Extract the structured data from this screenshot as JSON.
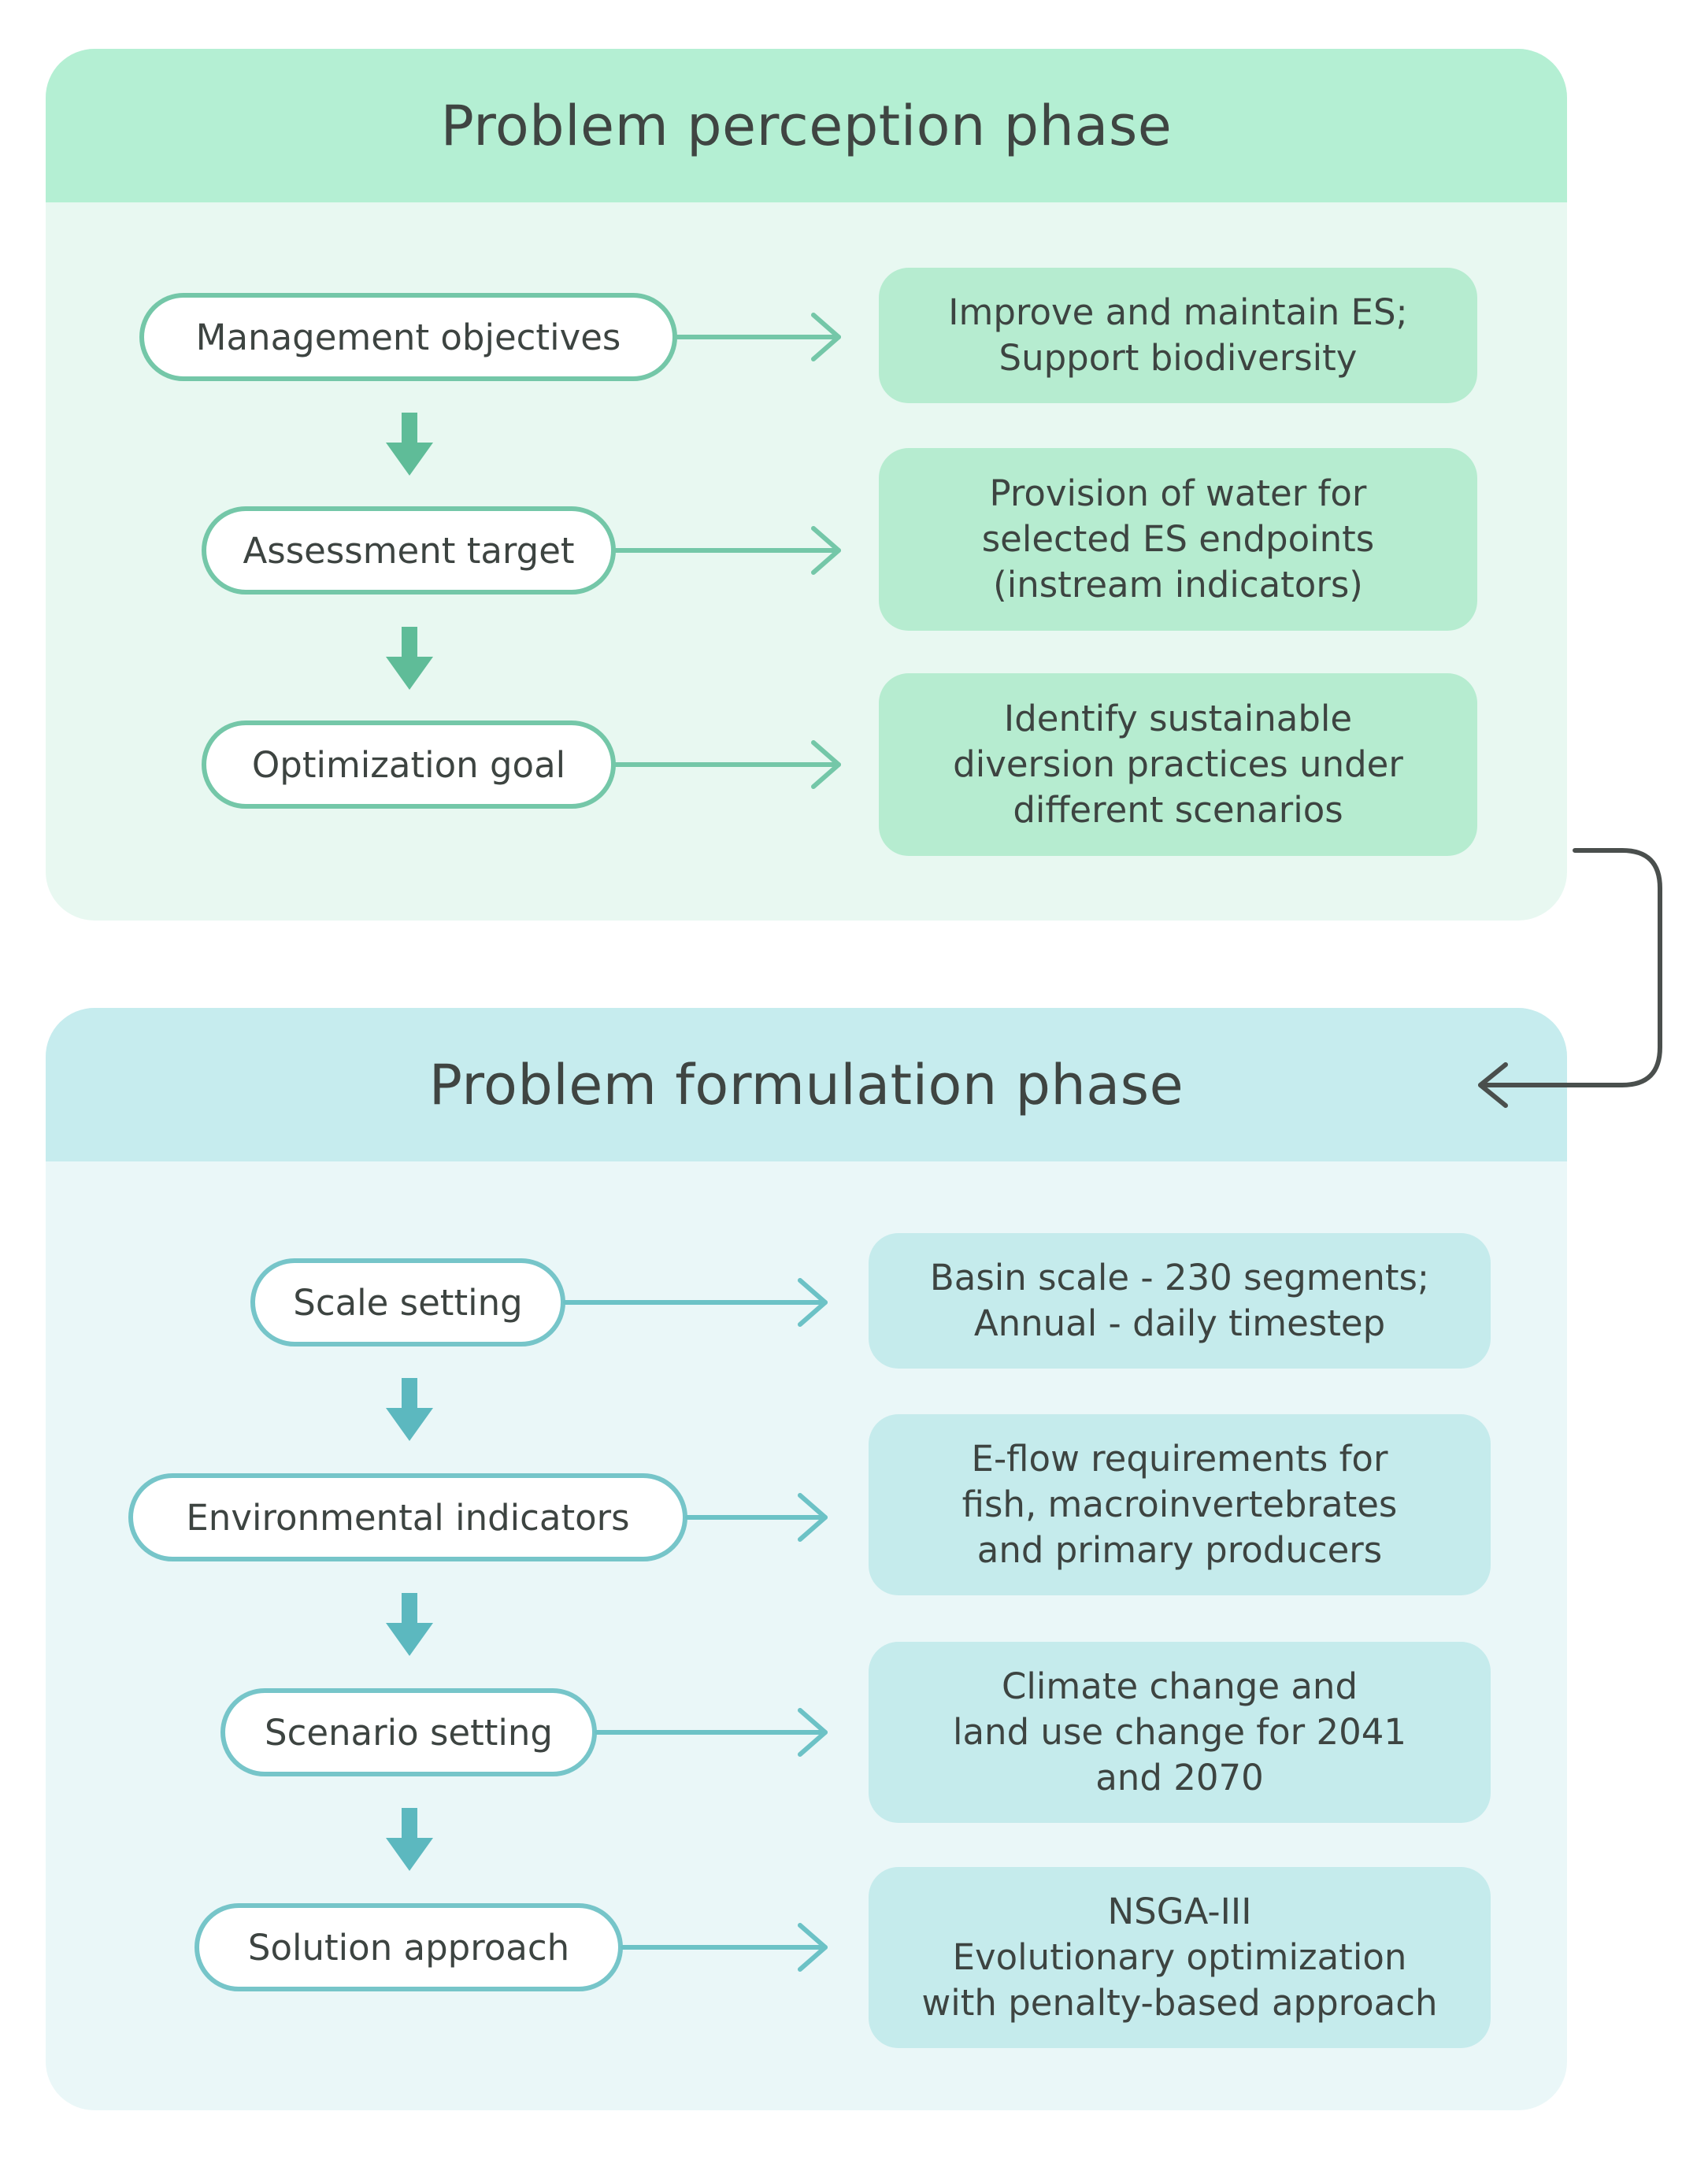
{
  "phases": [
    {
      "title": "Problem perception phase",
      "steps": [
        {
          "label": "Management objectives",
          "detail": [
            "Improve and maintain ES;",
            "Support biodiversity"
          ]
        },
        {
          "label": "Assessment target",
          "detail": [
            "Provision of water for",
            "selected ES endpoints",
            "(instream indicators)"
          ]
        },
        {
          "label": "Optimization goal",
          "detail": [
            "Identify sustainable",
            "diversion practices under",
            "different scenarios"
          ]
        }
      ]
    },
    {
      "title": "Problem formulation phase",
      "steps": [
        {
          "label": "Scale setting",
          "detail": [
            "Basin scale - 230 segments;",
            "Annual - daily timestep"
          ]
        },
        {
          "label": "Environmental indicators",
          "detail": [
            "E-flow requirements for",
            "fish, macroinvertebrates",
            "and primary producers"
          ]
        },
        {
          "label": "Scenario setting",
          "detail": [
            "Climate change and",
            "land use change for 2041",
            "and 2070"
          ]
        },
        {
          "label": "Solution approach",
          "detail": [
            "NSGA-III",
            "Evolutionary optimization",
            "with penalty-based approach"
          ]
        }
      ]
    }
  ],
  "colors": {
    "phase1_header": "#b4efd3",
    "phase1_body": "#e8f8f1",
    "phase1_accent": "#74c7a8",
    "phase2_header": "#c6ecee",
    "phase2_body": "#eaf7f8",
    "phase2_accent": "#76c5c9",
    "connector": "#4a4f4d"
  }
}
